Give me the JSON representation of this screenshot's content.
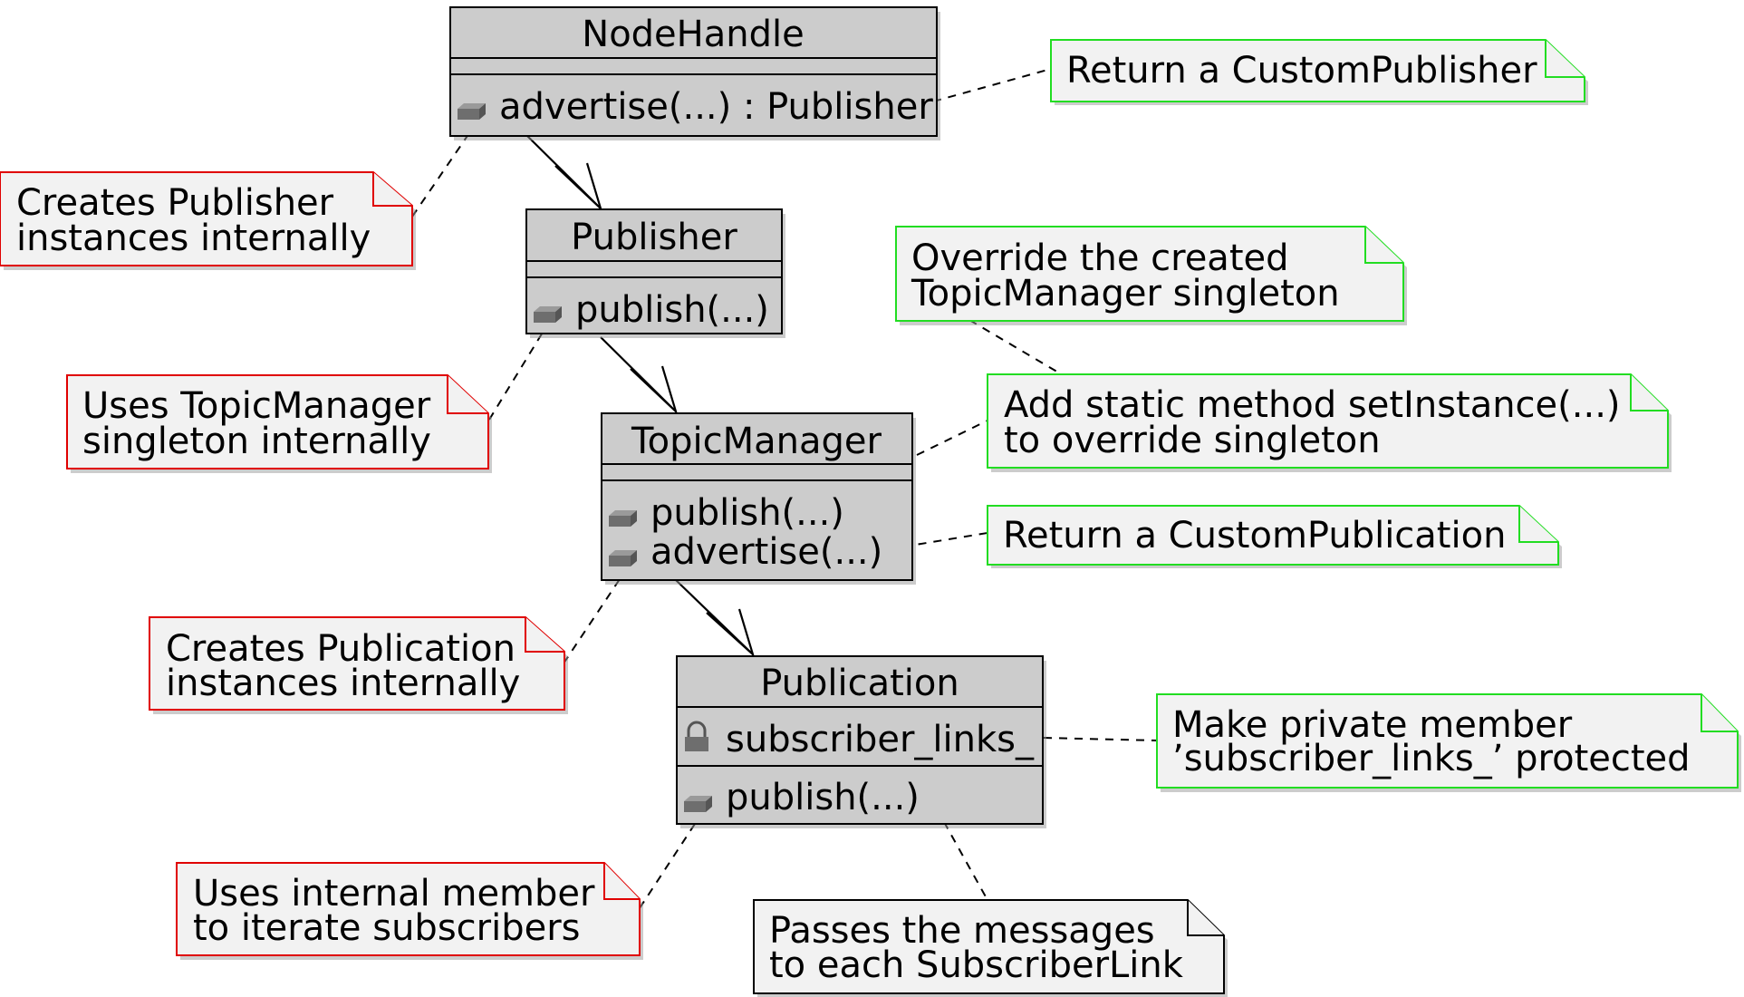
{
  "classes": {
    "nodehandle": {
      "name": "NodeHandle",
      "methods": [
        "advertise(...) : Publisher"
      ]
    },
    "publisher": {
      "name": "Publisher",
      "methods": [
        "publish(...)"
      ]
    },
    "topicmanager": {
      "name": "TopicManager",
      "methods": [
        "publish(...)",
        "advertise(...)"
      ]
    },
    "publication": {
      "name": "Publication",
      "fields": [
        "subscriber_links_"
      ],
      "methods": [
        "publish(...)"
      ]
    }
  },
  "notes": {
    "creates_publisher": [
      "Creates Publisher",
      "instances internally"
    ],
    "return_custom_publisher": [
      "Return a CustomPublisher"
    ],
    "uses_topicmanager": [
      "Uses TopicManager",
      "singleton internally"
    ],
    "override_singleton": [
      "Override the created",
      "TopicManager singleton"
    ],
    "add_static_method": [
      "Add static method setInstance(...)",
      "to override singleton"
    ],
    "return_custom_publication": [
      "Return a CustomPublication"
    ],
    "creates_publication": [
      "Creates Publication",
      "instances internally"
    ],
    "make_protected": [
      "Make private member",
      "’subscriber_links_’ protected"
    ],
    "uses_internal_member": [
      "Uses internal member",
      "to iterate subscribers"
    ],
    "passes_messages": [
      "Passes the messages",
      "to each SubscriberLink"
    ]
  },
  "colors": {
    "class_fill": "#cccccc",
    "note_fill": "#f2f2f2",
    "problem_note_border": "#e00000",
    "solution_note_border": "#22dd22",
    "info_note_border": "#000000"
  },
  "icons": {
    "public_method": "method-icon",
    "private_field": "lock-icon"
  }
}
